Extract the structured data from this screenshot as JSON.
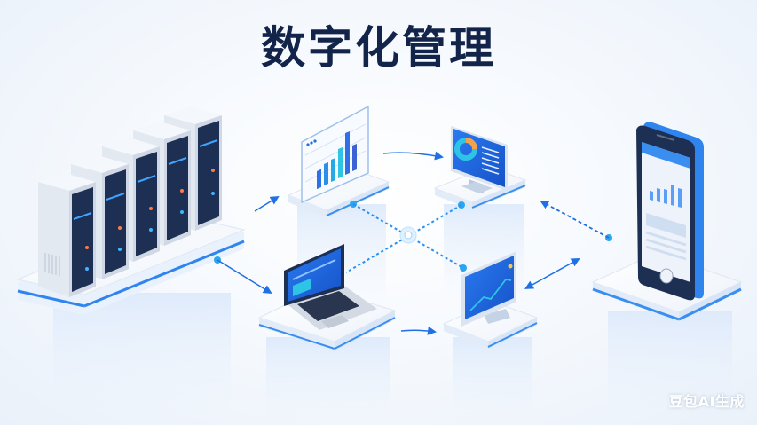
{
  "title": "数字化管理",
  "watermark": "豆包AI生成",
  "colors": {
    "title": "#13244a",
    "accent_blue": "#1f6fe5",
    "cyan": "#2ec4e6",
    "platform_top": "#f7faff",
    "platform_edge": "#3a8ef0",
    "server_body": "#e6ecf4",
    "server_panel": "#1d2f52",
    "background": "#f3f7fc"
  },
  "nodes": [
    {
      "id": "server-rack",
      "icon": "server-rack-icon",
      "count": 5
    },
    {
      "id": "bar-chart-board",
      "icon": "bar-chart-icon"
    },
    {
      "id": "monitor-donut",
      "icon": "donut-chart-monitor-icon"
    },
    {
      "id": "laptop",
      "icon": "laptop-icon"
    },
    {
      "id": "monitor-line",
      "icon": "line-chart-monitor-icon"
    },
    {
      "id": "smartphone",
      "icon": "smartphone-icon"
    }
  ],
  "connections": [
    {
      "from": "server-rack",
      "to": "bar-chart-board",
      "style": "solid-arrow"
    },
    {
      "from": "server-rack",
      "to": "laptop",
      "style": "solid-arrow"
    },
    {
      "from": "bar-chart-board",
      "to": "monitor-donut",
      "style": "solid-arrow"
    },
    {
      "from": "laptop",
      "to": "monitor-line",
      "style": "solid-arrow"
    },
    {
      "from": "smartphone",
      "to": "monitor-donut",
      "style": "dashed-arrow"
    },
    {
      "from": "monitor-line",
      "to": "smartphone",
      "style": "double-arrow"
    },
    {
      "from": "bar-chart-board",
      "to": "monitor-line",
      "style": "dashed"
    },
    {
      "from": "monitor-donut",
      "to": "laptop",
      "style": "dashed"
    }
  ]
}
